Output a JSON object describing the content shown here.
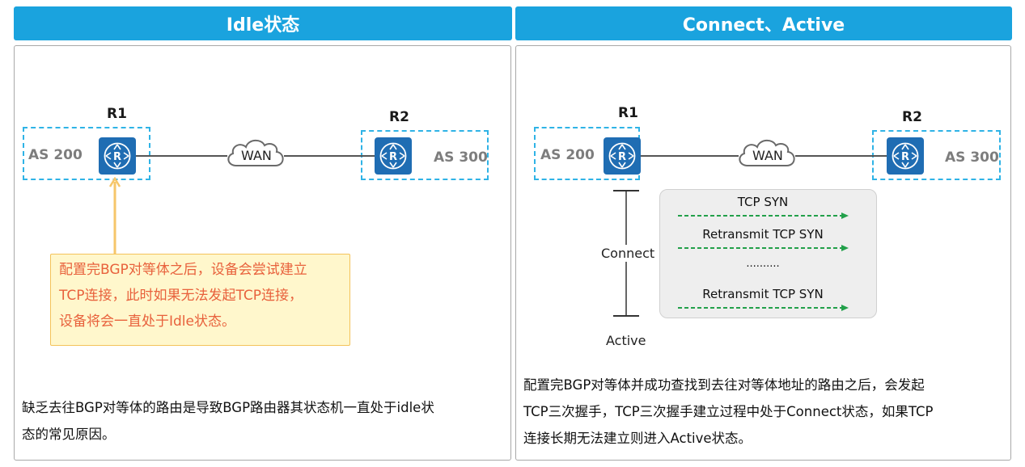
{
  "left_panel": {
    "title": "Idle状态",
    "r1_label": "R1",
    "r2_label": "R2",
    "as_left": "AS 200",
    "as_right": "AS 300",
    "wan_label": "WAN",
    "callout_lines": [
      "配置完BGP对等体之后，设备会尝试建立",
      "TCP连接，此时如果无法发起TCP连接，",
      "设备将会一直处于Idle状态。"
    ],
    "bottom_lines": [
      "缺乏去往BGP对等体的路由是导致BGP路由器其状态机一直处于idle状",
      "态的常见原因。"
    ]
  },
  "right_panel": {
    "title": "Connect、Active",
    "r1_label": "R1",
    "r2_label": "R2",
    "as_left": "AS 200",
    "as_right": "AS 300",
    "wan_label": "WAN",
    "connect_label": "Connect",
    "active_label": "Active",
    "messages": [
      "TCP SYN",
      "Retransmit TCP SYN",
      "..........",
      "Retransmit TCP SYN"
    ],
    "bottom_lines": [
      "配置完BGP对等体并成功查找到去往对等体地址的路由之后，会发起",
      "TCP三次握手，TCP三次握手建立过程中处于Connect状态，如果TCP",
      "连接长期无法建立则进入Active状态。"
    ]
  },
  "colors": {
    "header_blue": "#1aa3de",
    "router_blue": "#1f6db3",
    "as_dash": "#2fb3e6",
    "callout_text": "#e8613c",
    "callout_bg": "#fff7cc",
    "arrow_green": "#22a04a"
  },
  "icons": {
    "router": "router-icon",
    "cloud": "cloud-icon"
  }
}
